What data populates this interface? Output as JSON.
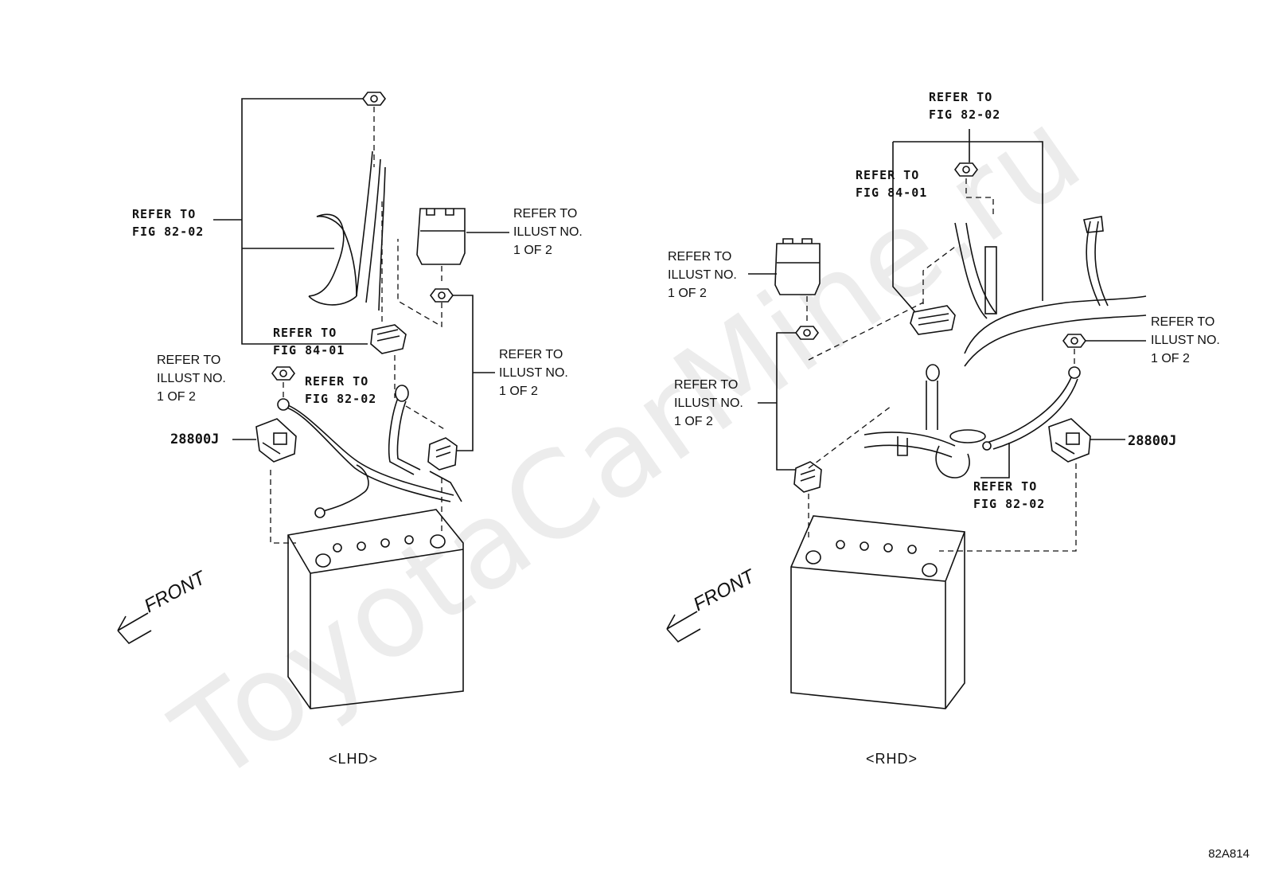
{
  "watermark": "ToyotaCarMine.ru",
  "figure_id": "82A814",
  "lhd": {
    "caption": "<LHD>",
    "front": "FRONT",
    "part_number": "28800J",
    "refs": {
      "top_left": "REFER TO\nFIG 82-02",
      "mid": "REFER TO\nFIG 84-01",
      "cable": "REFER TO\nFIG 82-02",
      "nut_left": "REFER TO\nILLUST NO.\n1 OF 2",
      "cover": "REFER TO\nILLUST NO.\n1 OF 2",
      "clamp": "REFER TO\nILLUST NO.\n1 OF 2"
    }
  },
  "rhd": {
    "caption": "<RHD>",
    "front": "FRONT",
    "part_number": "28800J",
    "refs": {
      "top": "REFER TO\nFIG 82-02",
      "mid": "REFER TO\nFIG 84-01",
      "cover": "REFER TO\nILLUST NO.\n1 OF 2",
      "clamp": "REFER TO\nILLUST NO.\n1 OF 2",
      "nut_right": "REFER TO\nILLUST NO.\n1 OF 2",
      "cable": "REFER TO\nFIG 82-02"
    }
  }
}
